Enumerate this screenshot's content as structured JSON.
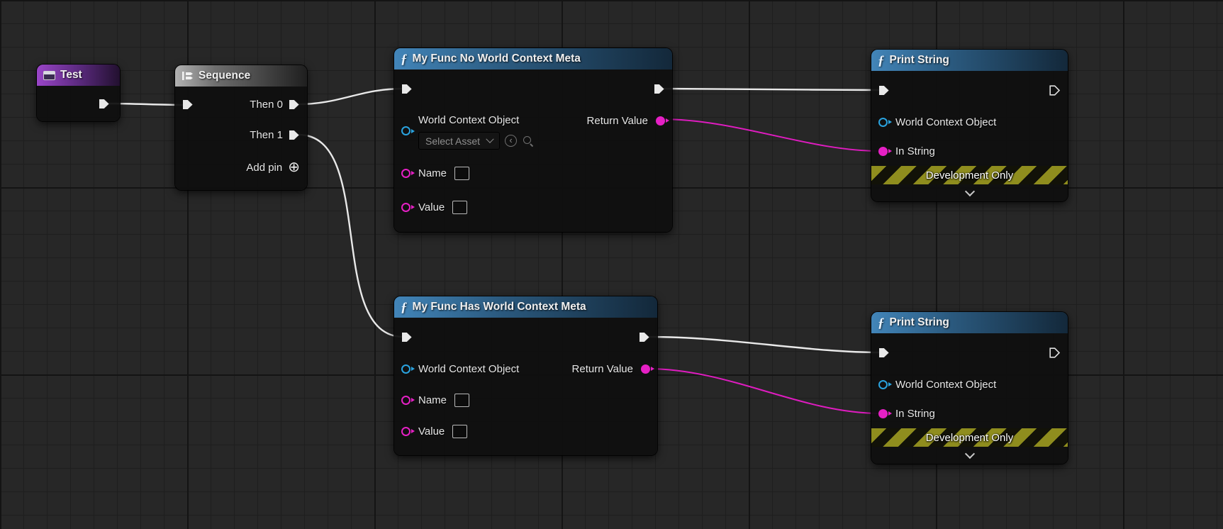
{
  "nodes": {
    "test": {
      "title": "Test"
    },
    "sequence": {
      "title": "Sequence",
      "then0": "Then 0",
      "then1": "Then 1",
      "add_pin": "Add pin"
    },
    "func_no_ctx": {
      "title": "My Func No World Context Meta",
      "world_context": "World Context Object",
      "select_asset": "Select Asset",
      "name": "Name",
      "value": "Value",
      "return_value": "Return Value"
    },
    "func_has_ctx": {
      "title": "My Func Has World Context Meta",
      "world_context": "World Context Object",
      "name": "Name",
      "value": "Value",
      "return_value": "Return Value"
    },
    "print_top": {
      "title": "Print String",
      "world_context": "World Context Object",
      "in_string": "In String",
      "dev_only": "Development Only"
    },
    "print_bottom": {
      "title": "Print String",
      "world_context": "World Context Object",
      "in_string": "In String",
      "dev_only": "Development Only"
    }
  },
  "colors": {
    "exec_wire": "#e9e9e9",
    "data_wire": "#df1cc0",
    "object_pin": "#2aa3df",
    "string_pin": "#e620c5",
    "header_function": "#4285b9",
    "header_sequence": "#b2b2b2",
    "header_test": "#9a45c8",
    "dev_banner_yellow": "#8f8d1e"
  }
}
